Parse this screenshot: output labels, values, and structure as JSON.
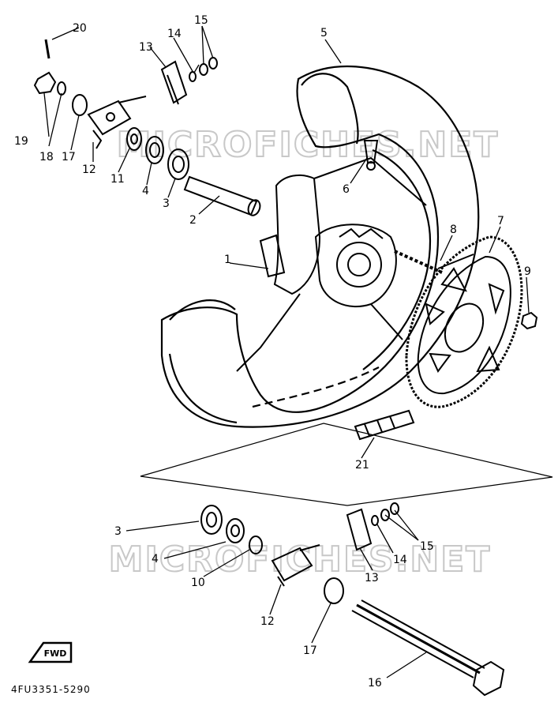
{
  "watermark": "MICROFICHES.NET",
  "diagram_code": "4FU3351-5290",
  "fwd_label": "FWD",
  "callouts": {
    "c1": "1",
    "c2": "2",
    "c3_top": "3",
    "c3_bottom": "3",
    "c4_top": "4",
    "c4_bottom": "4",
    "c5": "5",
    "c6": "6",
    "c7": "7",
    "c8": "8",
    "c9": "9",
    "c10": "10",
    "c11": "11",
    "c12_top": "12",
    "c12_bottom": "12",
    "c13_top": "13",
    "c13_bottom": "13",
    "c14_top": "14",
    "c14_bottom": "14",
    "c15_top": "15",
    "c15_bottom": "15",
    "c16": "16",
    "c17_top": "17",
    "c17_bottom": "17",
    "c18": "18",
    "c19": "19",
    "c20": "20",
    "c21": "21"
  }
}
